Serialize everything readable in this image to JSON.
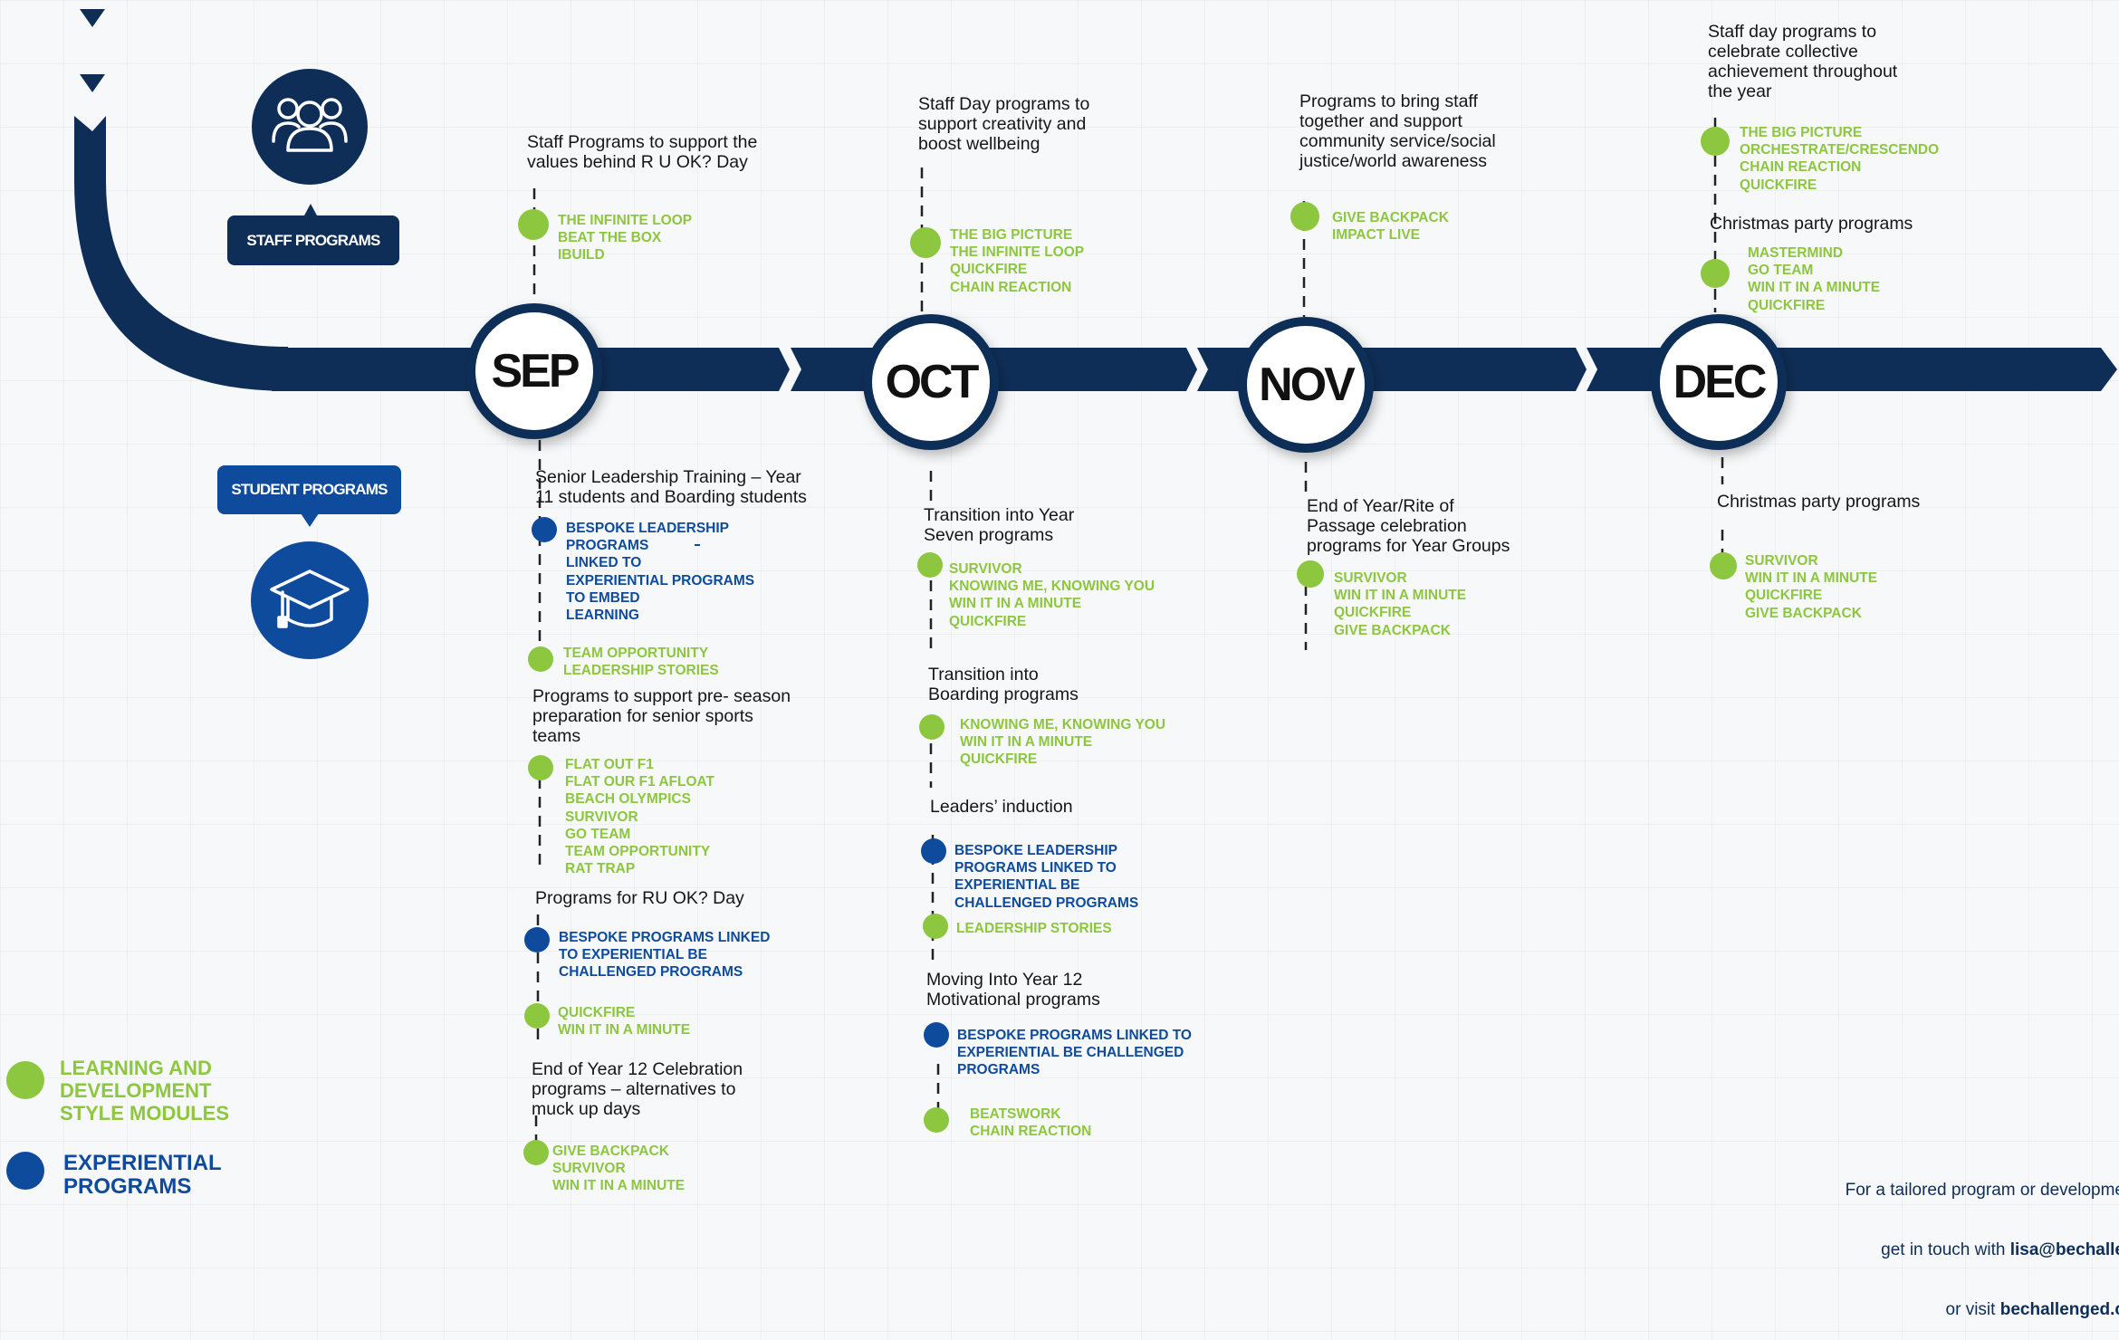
{
  "colors": {
    "navy": "#0f2e57",
    "green": "#8dc63f",
    "blue": "#0e4b9c"
  },
  "months": [
    "SEP",
    "OCT",
    "NOV",
    "DEC"
  ],
  "tags": {
    "staff": "STAFF PROGRAMS",
    "student": "STUDENT PROGRAMS"
  },
  "icons": {
    "staff": "group-of-people-icon",
    "student": "graduation-cap-icon"
  },
  "staff": {
    "sep": {
      "desc": "Staff Programs to support the\nvalues behind R U OK? Day",
      "items": [
        "THE INFINITE LOOP",
        "BEAT THE BOX",
        "IBUILD"
      ]
    },
    "oct": {
      "desc": "Staff Day programs to\nsupport creativity and\nboost wellbeing",
      "items": [
        "THE BIG PICTURE",
        "THE INFINITE LOOP",
        "QUICKFIRE",
        "CHAIN REACTION"
      ]
    },
    "nov": {
      "desc": "Programs to bring staff\ntogether and support\ncommunity service/social\njustice/world awareness",
      "items": [
        "GIVE BACKPACK",
        "IMPACT LIVE"
      ]
    },
    "dec1": {
      "desc": "Staff day programs to\ncelebrate collective\nachievement throughout\nthe year",
      "items": [
        "THE BIG PICTURE",
        "ORCHESTRATE/CRESCENDO",
        "CHAIN REACTION",
        "QUICKFIRE"
      ]
    },
    "dec2": {
      "desc": "Christmas party programs",
      "items": [
        "MASTERMIND",
        "GO TEAM",
        "WIN IT IN A MINUTE",
        "QUICKFIRE"
      ]
    }
  },
  "student": {
    "sep": [
      {
        "desc": "Senior Leadership Training – Year\n11 students and Boarding students",
        "items": [
          "BESPOKE LEADERSHIP",
          "PROGRAMS",
          "LINKED TO",
          "EXPERIENTIAL PROGRAMS",
          "TO EMBED",
          "LEARNING"
        ]
      },
      {
        "items": [
          "TEAM OPPORTUNITY",
          "LEADERSHIP STORIES"
        ]
      },
      {
        "desc": "Programs to support pre- season\npreparation for senior sports\nteams",
        "items": [
          "FLAT OUT F1",
          "FLAT OUR F1 AFLOAT",
          "BEACH OLYMPICS",
          "SURVIVOR",
          "GO TEAM",
          "TEAM OPPORTUNITY",
          "RAT TRAP"
        ]
      },
      {
        "desc": "Programs for RU OK? Day",
        "items": [
          "BESPOKE PROGRAMS LINKED",
          "TO EXPERIENTIAL BE",
          "CHALLENGED PROGRAMS"
        ]
      },
      {
        "items": [
          "QUICKFIRE",
          "WIN IT IN A MINUTE"
        ]
      },
      {
        "desc": "End of Year 12 Celebration\nprograms – alternatives to\nmuck up days",
        "items": [
          "GIVE BACKPACK",
          "SURVIVOR",
          "WIN IT IN A MINUTE"
        ]
      }
    ],
    "oct": [
      {
        "desc": "Transition into Year\nSeven programs",
        "items": [
          "SURVIVOR",
          "KNOWING ME, KNOWING YOU",
          "WIN IT IN A MINUTE",
          "QUICKFIRE"
        ]
      },
      {
        "desc": "Transition into\nBoarding programs",
        "items": [
          "KNOWING ME, KNOWING YOU",
          "WIN IT IN A MINUTE",
          "QUICKFIRE"
        ]
      },
      {
        "desc": "Leaders’ induction",
        "items": [
          "BESPOKE LEADERSHIP",
          "PROGRAMS LINKED TO",
          "EXPERIENTIAL BE",
          "CHALLENGED PROGRAMS"
        ]
      },
      {
        "items": [
          "LEADERSHIP STORIES"
        ]
      },
      {
        "desc": "Moving Into Year 12\nMotivational programs",
        "items": [
          "BESPOKE PROGRAMS LINKED TO",
          "EXPERIENTIAL BE CHALLENGED",
          "PROGRAMS"
        ]
      },
      {
        "items": [
          "BEATSWORK",
          "CHAIN REACTION"
        ]
      }
    ],
    "nov": [
      {
        "desc": "End of Year/Rite of\nPassage celebration\nprograms for Year Groups",
        "items": [
          "SURVIVOR",
          "WIN IT IN A MINUTE",
          "QUICKFIRE",
          "GIVE BACKPACK"
        ]
      }
    ],
    "dec": [
      {
        "desc": "Christmas party programs",
        "items": [
          "SURVIVOR",
          "WIN IT IN A MINUTE",
          "QUICKFIRE",
          "GIVE BACKPACK"
        ]
      }
    ]
  },
  "legend": {
    "green": "LEARNING AND\nDEVELOPMENT\nSTYLE MODULES",
    "blue": "EXPERIENTIAL\nPROGRAMS"
  },
  "footer": {
    "line1": "For a tailored program or developme",
    "line2_pre": "get in touch with ",
    "line2_bold": "lisa@bechalle",
    "line3_pre": "or visit ",
    "line3_bold": "bechallenged.c"
  }
}
